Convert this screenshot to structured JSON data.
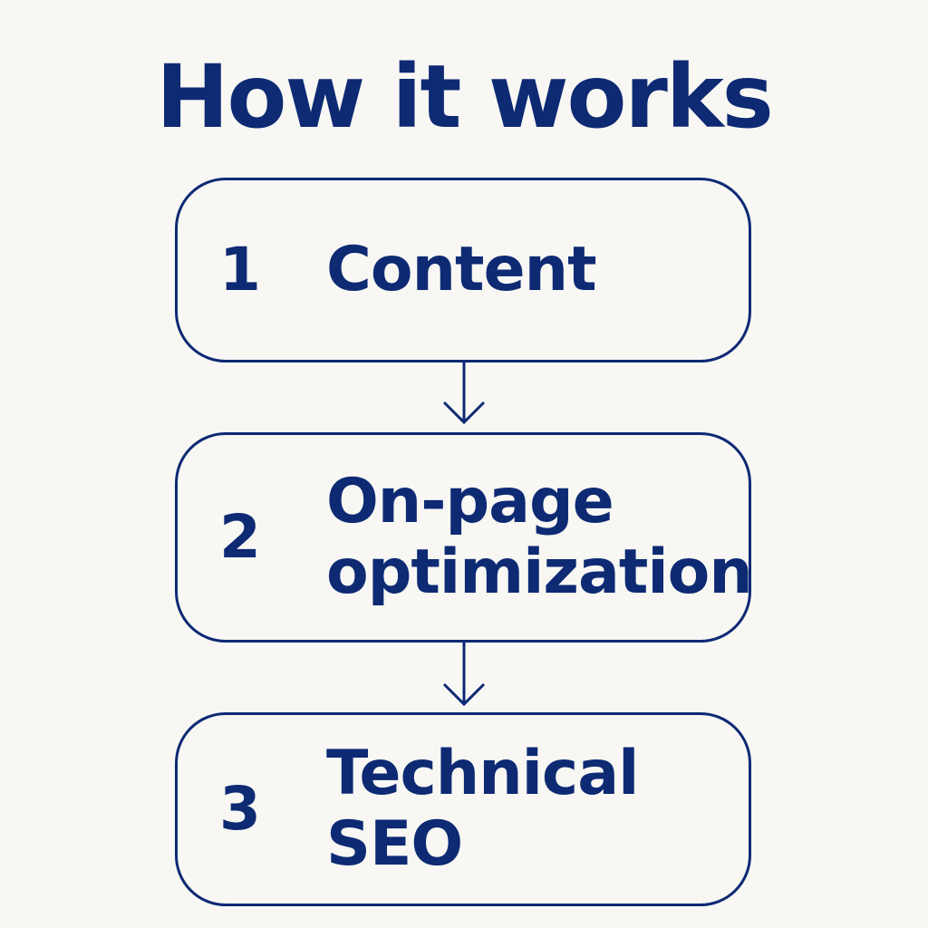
{
  "title": "How it works",
  "steps": [
    {
      "number": "1",
      "label": "Content"
    },
    {
      "number": "2",
      "label": "On-page\noptimization"
    },
    {
      "number": "3",
      "label": "Technical\nSEO"
    }
  ],
  "colors": {
    "primary": "#0d2a73",
    "background": "#f8f7f4"
  },
  "icons": [
    "arrow-down-icon",
    "arrow-down-icon"
  ]
}
